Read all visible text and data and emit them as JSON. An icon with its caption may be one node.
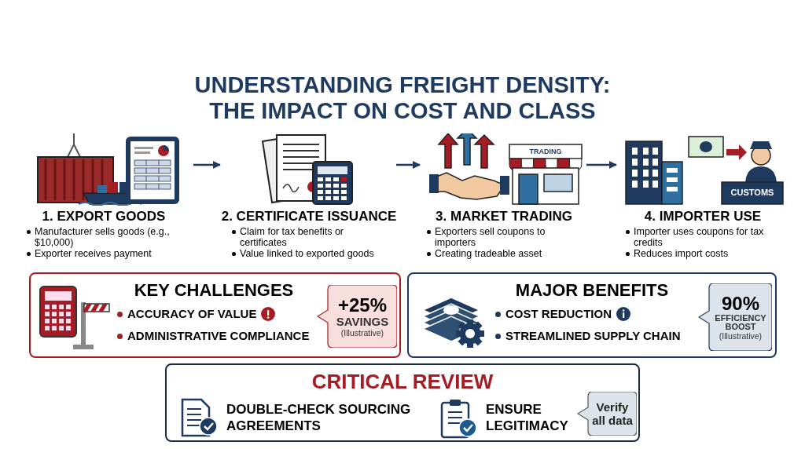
{
  "diagram": {
    "title": "UNDERSTANDING FREIGHT DENSITY: THE IMPACT ON COST AND CLASS",
    "nodes": [
      {
        "text": [
          "1. EXPORT GOODS",
          "Manufacturer sells goods (e.g., $10,000)",
          "Exporter receives payment"
        ]
      },
      {
        "text": [
          "2. CERTIFICATE ISSUANCE",
          "Claim for tax benefits or certificates",
          "Value linked to exported goods"
        ]
      },
      {
        "text": [
          "3. MARKET TRADING",
          "Exporters sell coupons to importers",
          "Creating tradeable asset"
        ]
      },
      {
        "text": [
          "4. IMPORTER USE",
          "Importer uses coupons for tax credits",
          "Reduces import costs"
        ]
      },
      {
        "text": [
          "KEY CHALLENGES",
          "ACCURACY OF VALUE",
          "ADMINISTRATIVE COMPLIANCE"
        ]
      },
      {
        "text": [
          "+25%",
          "SAVINGS",
          "(Illustrative)"
        ],
        "in": 4
      },
      {
        "text": [
          "MAJOR BENEFITS",
          "COST REDUCTION",
          "STREAMLINED SUPPLY CHAIN"
        ]
      },
      {
        "text": [
          "90%",
          "EFFICIENCY BOOST",
          "(Illustrative)"
        ],
        "in": 6
      },
      {
        "text": [
          "CRITICAL REVIEW",
          "DOUBLE-CHECK SOURCING AGREEMENTS",
          "ENSURE LEGITIMACY"
        ]
      },
      {
        "text": [
          "Verify all data"
        ],
        "in": 8
      }
    ],
    "edges": [
      {
        "from": 0,
        "to": 1,
        "arrow": "to"
      },
      {
        "from": 1,
        "to": 2,
        "arrow": "to"
      },
      {
        "from": 2,
        "to": 3,
        "arrow": "to"
      }
    ],
    "labels": [
      "TRADING",
      "CUSTOMS"
    ]
  }
}
